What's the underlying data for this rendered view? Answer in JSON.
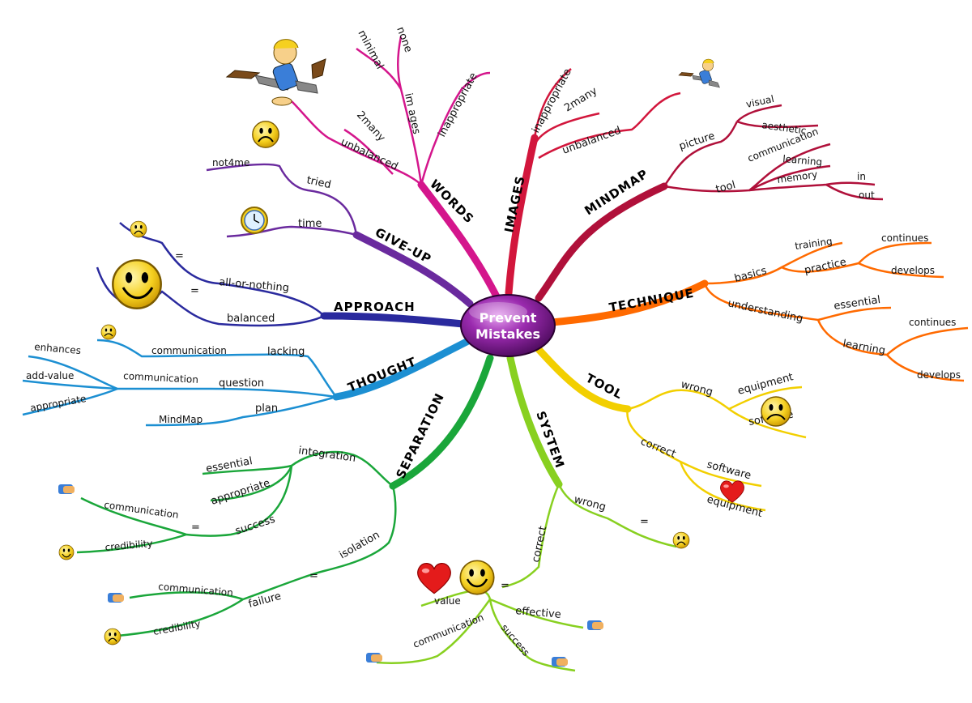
{
  "center": {
    "line1": "Prevent",
    "line2": "Mistakes"
  },
  "colors": {
    "words": "#d4168c",
    "images": "#d2163c",
    "mindmap": "#b0103a",
    "technique": "#ff6a00",
    "tool": "#f2cf00",
    "system": "#88d020",
    "separation": "#1aa63a",
    "thought": "#1c8fd2",
    "approach": "#2a2a9e",
    "giveup": "#6a2a9e",
    "center": "#6a1a7a"
  },
  "branches": {
    "words": {
      "label": "WORDS",
      "unbalanced": "unbalanced",
      "two_many": "2many",
      "images": "im ages",
      "minimal": "minimal",
      "none": "none",
      "inappropriate": "inappropriate"
    },
    "images": {
      "label": "IMAGES",
      "inappropriate": "inappropriate",
      "two_many": "2many",
      "unbalanced": "unbalanced"
    },
    "mindmap": {
      "label": "MINDMAP",
      "picture": "picture",
      "visual": "visual",
      "aesthetic": "aesthetic",
      "tool": "tool",
      "communication": "communication",
      "learning": "learning",
      "memory": "memory",
      "in": "in",
      "out": "out"
    },
    "technique": {
      "label": "TECHNIQUE",
      "basics": "basics",
      "training": "training",
      "practice": "practice",
      "continues_1": "continues",
      "develops_1": "develops",
      "understanding": "understanding",
      "essential": "essential",
      "learning": "learning",
      "continues_2": "continues",
      "develops_2": "develops"
    },
    "tool": {
      "label": "TOOL",
      "wrong": "wrong",
      "equipment_1": "equipment",
      "software_1": "software",
      "correct": "correct",
      "software_2": "software",
      "equipment_2": "equipment"
    },
    "system": {
      "label": "SYSTEM",
      "wrong": "wrong",
      "equals_1": "=",
      "correct": "correct",
      "equals_2": "=",
      "value": "value",
      "effective": "effective",
      "communication": "communication",
      "success": "success"
    },
    "separation": {
      "label": "SEPARATION",
      "integration": "integration",
      "essential": "essential",
      "appropriate": "appropriate",
      "success": "success",
      "equals_1": "=",
      "communication_1": "communication",
      "credibility_1": "credibility",
      "isolation": "isolation",
      "equals_2": "=",
      "failure": "failure",
      "communication_2": "communication",
      "credibility_2": "credibility"
    },
    "thought": {
      "label": "THOUGHT",
      "lacking": "lacking",
      "communication_1": "communication",
      "question": "question",
      "communication_2": "communication",
      "enhances": "enhances",
      "add_value": "add-value",
      "appropriate": "appropriate",
      "plan": "plan",
      "mindmap": "MindMap"
    },
    "approach": {
      "label": "APPROACH",
      "all_or_nothing": "all-or-nothing",
      "equals_1": "=",
      "balanced": "balanced",
      "equals_2": "="
    },
    "giveup": {
      "label": "GIVE-UP",
      "tried": "tried",
      "not4me": "not4me",
      "time": "time"
    }
  }
}
